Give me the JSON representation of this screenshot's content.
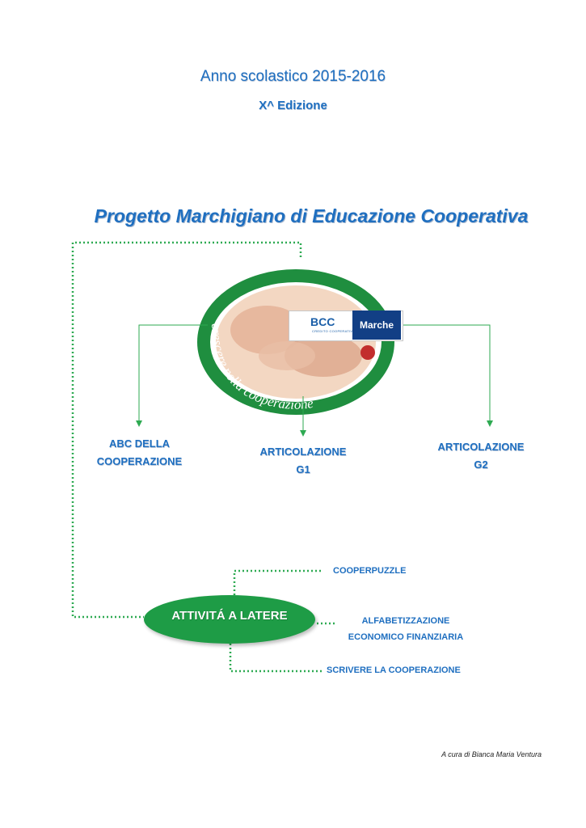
{
  "header": {
    "year": "Anno scolastico 2015-2016",
    "edition": "X^  Edizione"
  },
  "title": "Progetto Marchigiano di Educazione Cooperativa",
  "logo": {
    "ring_text": "crescere nella cooperazione",
    "bcc": "BCC",
    "bcc_sub": "CREDITO COOPERATIVO",
    "region": "Marche"
  },
  "nodes": {
    "abc": [
      "ABC DELLA",
      "COOPERAZIONE"
    ],
    "g1": [
      "ARTICOLAZIONE",
      "G1"
    ],
    "g2": [
      "ARTICOLAZIONE",
      "G2"
    ]
  },
  "activities": {
    "center": "ATTIVITÁ A LATERE",
    "items": [
      "COOPERPUZZLE",
      "ALFABETIZZAZIONE",
      "ECONOMICO FINANZIARIA",
      "SCRIVERE LA COOPERAZIONE"
    ]
  },
  "footer": {
    "credit": "A cura di Bianca Maria Ventura"
  },
  "colors": {
    "blue": "#1f6fc0",
    "green": "#1e9c46",
    "line_green": "#2eaa52"
  }
}
